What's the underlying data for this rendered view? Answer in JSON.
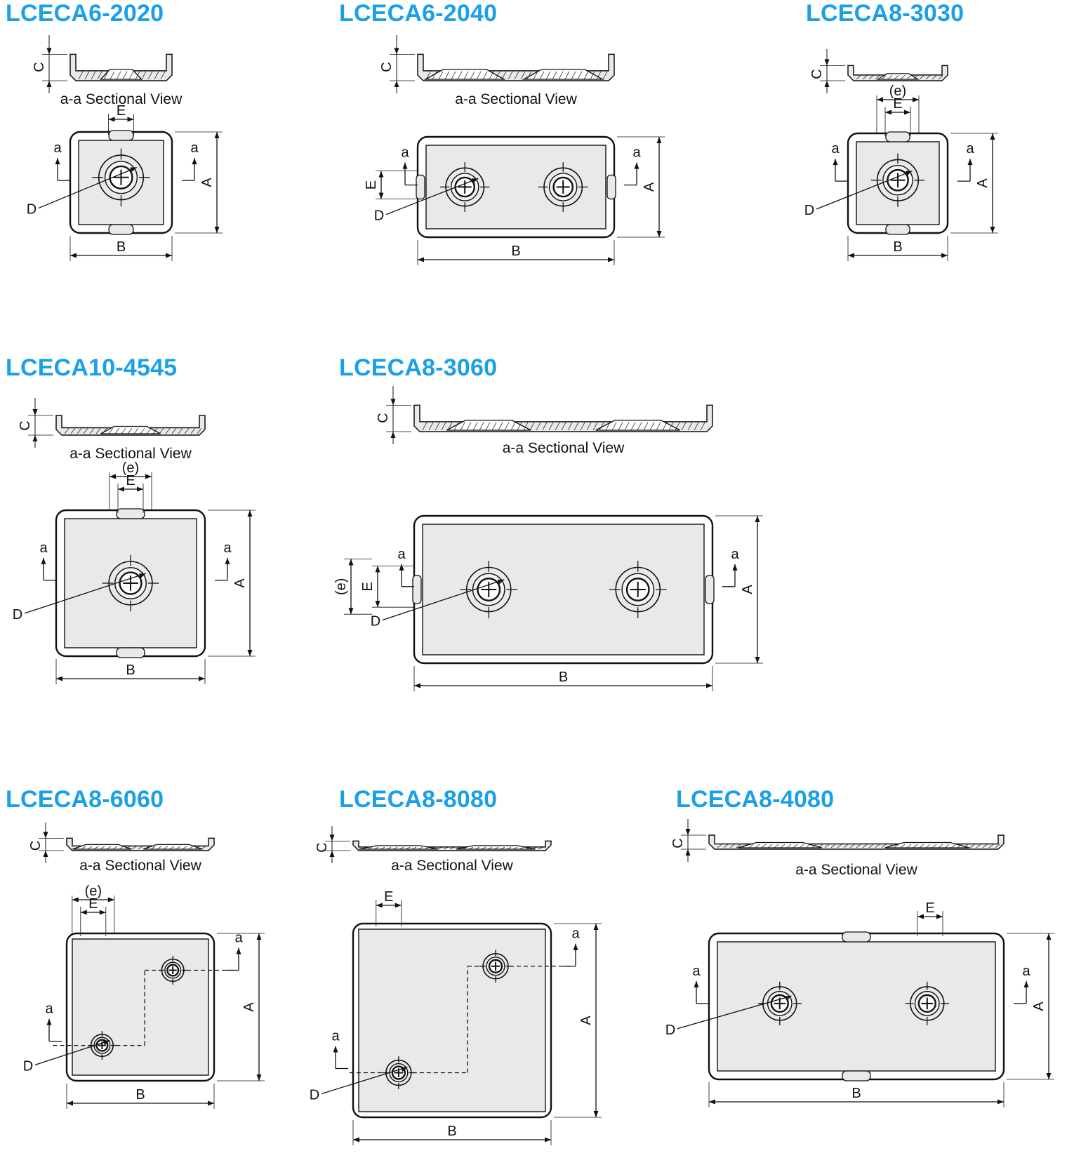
{
  "labels": {
    "sectional_view": "a-a Sectional View",
    "dim_a": "A",
    "dim_b": "B",
    "dim_c": "C",
    "dim_d": "D",
    "dim_e": "E",
    "dim_e_ref": "(e)",
    "section_mark": "a"
  },
  "colors": {
    "title": "#1aa0e8",
    "line": "#111111",
    "fill": "#e9e9e9"
  },
  "parts": [
    {
      "title": "LCECA6-2020"
    },
    {
      "title": "LCECA6-2040"
    },
    {
      "title": "LCECA8-3030"
    },
    {
      "title": "LCECA10-4545"
    },
    {
      "title": "LCECA8-3060"
    },
    {
      "title": "LCECA8-6060"
    },
    {
      "title": "LCECA8-8080"
    },
    {
      "title": "LCECA8-4080"
    }
  ]
}
